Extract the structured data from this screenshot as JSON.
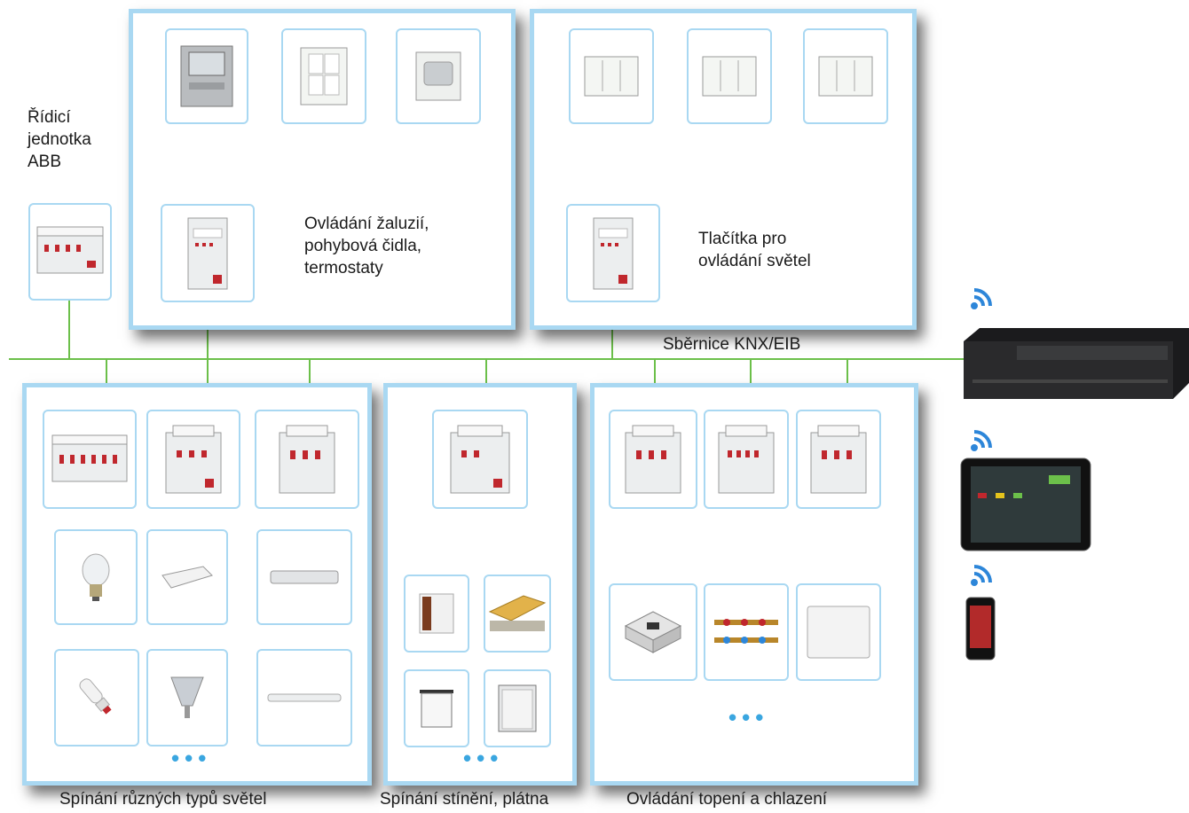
{
  "control_unit": {
    "label_line1": "Řídicí",
    "label_line2": "jednotka",
    "label_line3": "ABB"
  },
  "bus": {
    "label": "Sběrnice KNX/EIB",
    "color": "#6cc04a"
  },
  "top_left_panel": {
    "line1": "Ovládání žaluzií,",
    "line2": "pohybová čidla,",
    "line3": "termostaty"
  },
  "top_right_panel": {
    "line1": "Tlačítka pro",
    "line2": "ovládání světel"
  },
  "bottom_captions": {
    "lights": "Spínání různých typů světel",
    "shading": "Spínání stínění, plátna",
    "hvac": "Ovládání topení a chlazení"
  },
  "ellipsis": "•••",
  "colors": {
    "panel_border": "#a9d8f2",
    "accent_blue": "#3aa6e0",
    "device_red": "#c0272d"
  },
  "devices": {
    "control": [
      "din-actuator-icon"
    ],
    "sensors": [
      "thermostat-icon",
      "switch-panel-icon",
      "motion-sensor-icon"
    ],
    "buttons": [
      "light-switch-icon",
      "light-switch-icon",
      "light-switch-icon"
    ],
    "lights": [
      "bulb-icon",
      "led-driver-icon",
      "ballast-icon",
      "cfl-bulb-icon",
      "halogen-icon",
      "fluorescent-tube-icon"
    ],
    "shading": [
      "blinds-icon",
      "awning-icon",
      "projection-screen-icon",
      "roller-shutter-icon"
    ],
    "hvac": [
      "cassette-ac-icon",
      "manifold-icon",
      "radiator-icon"
    ],
    "external": [
      "amx-controller-icon",
      "tablet-icon",
      "phone-icon"
    ]
  }
}
